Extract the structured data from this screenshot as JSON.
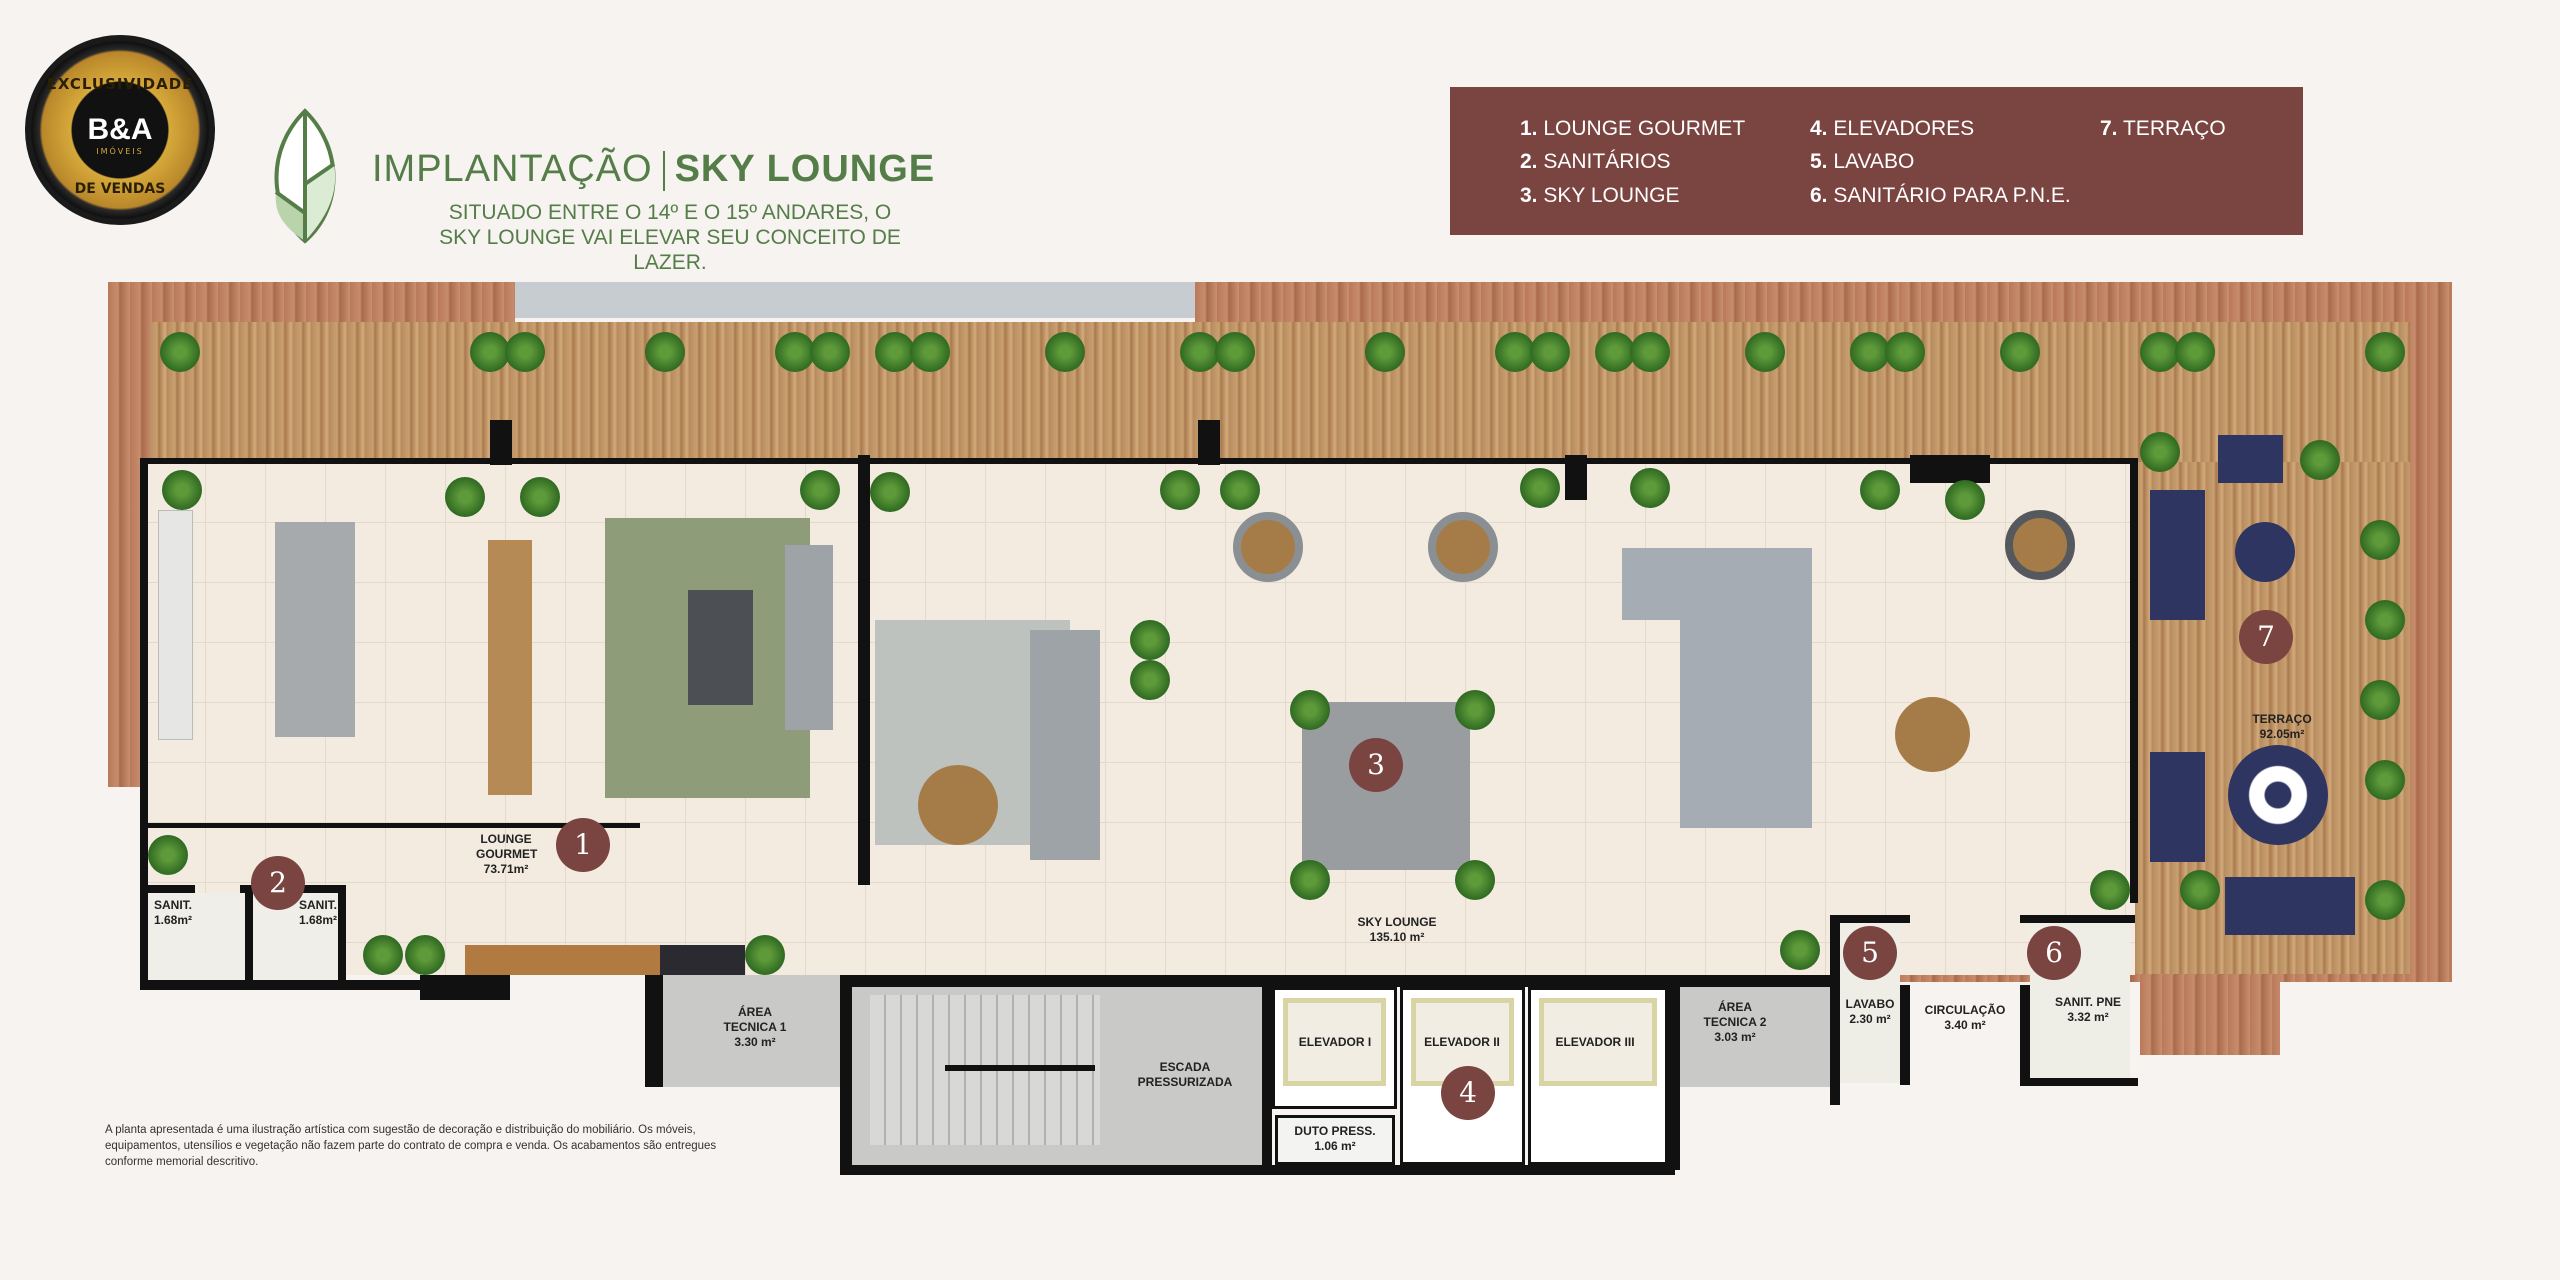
{
  "badge": {
    "top_text": "EXCLUSIVIDADE",
    "brand": "B&A",
    "brand_sub": "IMÓVEIS",
    "bottom_text": "DE VENDAS"
  },
  "header": {
    "title_light": "IMPLANTAÇÃO",
    "title_bold": "SKY LOUNGE",
    "subtitle_line1": "SITUADO ENTRE O 14º E O 15º ANDARES, O",
    "subtitle_line2": "SKY LOUNGE VAI ELEVAR SEU CONCEITO DE LAZER."
  },
  "legend": {
    "items": [
      {
        "num": "1.",
        "label": "LOUNGE GOURMET"
      },
      {
        "num": "2.",
        "label": "SANITÁRIOS"
      },
      {
        "num": "3.",
        "label": "SKY LOUNGE"
      },
      {
        "num": "4.",
        "label": "ELEVADORES"
      },
      {
        "num": "5.",
        "label": "LAVABO"
      },
      {
        "num": "6.",
        "label": "SANITÁRIO PARA P.N.E."
      },
      {
        "num": "7.",
        "label": "TERRAÇO"
      }
    ]
  },
  "markers": [
    "1",
    "2",
    "3",
    "4",
    "5",
    "6",
    "7"
  ],
  "rooms": {
    "lounge_gourmet": {
      "name": "LOUNGE GOURMET",
      "area": "73.71m²"
    },
    "sanit_1": {
      "name": "SANIT.",
      "area": "1.68m²"
    },
    "sanit_2": {
      "name": "SANIT.",
      "area": "1.68m²"
    },
    "sky_lounge": {
      "name": "SKY LOUNGE",
      "area": "135.10 m²"
    },
    "area_tecnica_1": {
      "name1": "ÁREA",
      "name2": "TECNICA 1",
      "area": "3.30 m²"
    },
    "escada": {
      "name1": "ESCADA",
      "name2": "PRESSURIZADA"
    },
    "elevador_1": {
      "name": "ELEVADOR I"
    },
    "elevador_2": {
      "name": "ELEVADOR II"
    },
    "elevador_3": {
      "name": "ELEVADOR III"
    },
    "duto": {
      "name": "DUTO PRESS.",
      "area": "1.06 m²"
    },
    "area_tecnica_2": {
      "name1": "ÁREA",
      "name2": "TECNICA 2",
      "area": "3.03 m²"
    },
    "lavabo": {
      "name": "LAVABO",
      "area": "2.30 m²"
    },
    "circulacao": {
      "name": "CIRCULAÇÃO",
      "area": "3.40 m²"
    },
    "sanit_pne": {
      "name": "SANIT. PNE",
      "area": "3.32 m²"
    },
    "terraco": {
      "name": "TERRAÇO",
      "area": "92.05m²"
    }
  },
  "disclaimer": "A planta apresentada é uma ilustração artística com sugestão de decoração e distribuição do mobiliário. Os móveis, equipamentos, utensílios e vegetação não fazem parte do contrato de compra e venda. Os acabamentos são entregues conforme memorial descritivo.",
  "colors": {
    "brand_green": "#557d48",
    "marker": "#7a4440",
    "legend_bg": "#7a4440"
  }
}
